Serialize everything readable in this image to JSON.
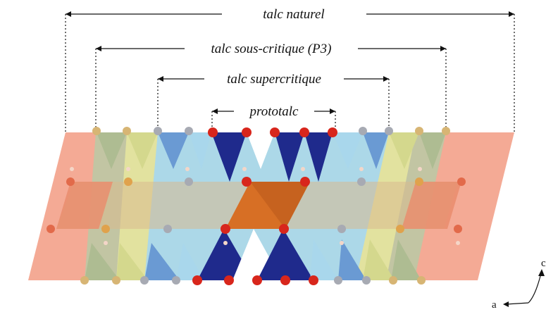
{
  "labels": {
    "natural": "talc naturel",
    "subcritical": "talc sous-critique (P3)",
    "supercritical": "talc supercritique",
    "prototalc": "prototalc"
  },
  "axes": {
    "a": "a",
    "c": "c"
  },
  "colors": {
    "orange_layer": "#f3a58f",
    "green_layer": "#bcc8a4",
    "yellow_layer": "#e5e49e",
    "mid_blue": "#5e8fd0",
    "light_blue": "#a9d7ec",
    "dark_blue": "#1f2a8c",
    "orange_octa": "#d86a1c",
    "oxygen": "#d8261c",
    "silicon_tan": "#d7b574",
    "silicon_gray": "#a7aab3"
  }
}
